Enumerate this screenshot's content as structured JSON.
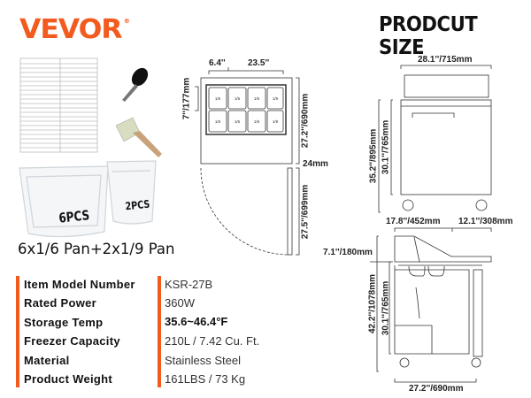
{
  "brand": {
    "logo": "VEVOR",
    "registered": "®",
    "accent": "#f25a1e"
  },
  "header": {
    "title": "PRODCUT SIZE"
  },
  "accessories": {
    "pan_6_label": "6PCS",
    "pan_2_label": "2PCS",
    "caption": "6x1/6 Pan+2x1/9 Pan"
  },
  "specs": [
    {
      "label": "Item Model Number",
      "value": "KSR-27B"
    },
    {
      "label": "Rated Power",
      "value": "360W"
    },
    {
      "label": "Storage Temp",
      "value": "35.6~46.4°F"
    },
    {
      "label": "Freezer Capacity",
      "value": "210L / 7.42 Cu. Ft."
    },
    {
      "label": "Material",
      "value": "Stainless Steel"
    },
    {
      "label": "Product Weight",
      "value": "161LBS / 73 Kg"
    }
  ],
  "top_view": {
    "pan_w1": "6.4''",
    "pan_w2": "23.5''",
    "pan_depth": "7''/177mm",
    "depth": "27.2''/690mm",
    "gap": "24mm",
    "door": "27.5''/699mm",
    "pan_labels": [
      "1/6",
      "1/6",
      "1/6",
      "1/9",
      "1/6",
      "1/6",
      "1/6",
      "1/9"
    ]
  },
  "front_view": {
    "width": "28.1''/715mm",
    "total_height": "35.2''/895mm",
    "body_height": "30.1''/765mm"
  },
  "side_view": {
    "top_depth": "17.8''/452mm",
    "cover": "12.1''/308mm",
    "guard_height": "7.1''/180mm",
    "total_height": "42.2''/1078mm",
    "body_height": "30.1''/765mm",
    "depth": "27.2''/690mm"
  }
}
